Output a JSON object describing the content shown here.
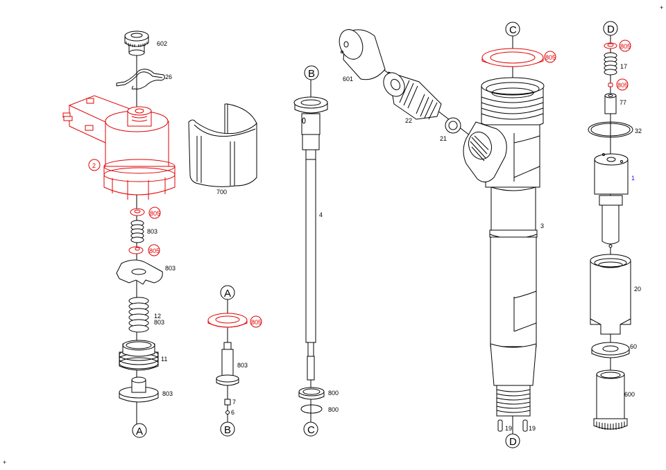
{
  "diagram": {
    "title": "Common rail injector exploded parts view",
    "colors": {
      "line": "#000000",
      "highlight": "#e00000",
      "link": "#2020e0",
      "background": "#ffffff"
    },
    "reference_markers": {
      "A": "A",
      "B": "B",
      "C": "C",
      "D": "D"
    },
    "corner_marks": "+",
    "parts": {
      "knob_602": "602",
      "clip_26": "26",
      "solenoid_2": "2",
      "seal_805_a": "805",
      "spring_803_a": "803",
      "seal_805_b": "805",
      "armature_803": "803",
      "spring_12": "12",
      "spring_12_kit": "803",
      "nut_11": "11",
      "armature_guide_803": "803",
      "sleeve_700": "700",
      "ring_805_c": "805",
      "valve_piece_803": "803",
      "ball_7": "7",
      "ball_6": "6",
      "valve_rod_4": "4",
      "ring_800_a": "800",
      "ring_800_b": "800",
      "cap_601": "601",
      "inlet_22": "22",
      "seal_21": "21",
      "ring_805_d": "805",
      "body_3": "3",
      "pin_19_a": "19",
      "pin_19_b": "19",
      "washer_805_e": "805",
      "spring_17": "17",
      "seal_805_f": "805",
      "spacer_77": "77",
      "oring_32": "32",
      "nozzle_1": "1",
      "nozzle_nut_20": "20",
      "disc_60": "60",
      "tool_600": "600"
    }
  }
}
